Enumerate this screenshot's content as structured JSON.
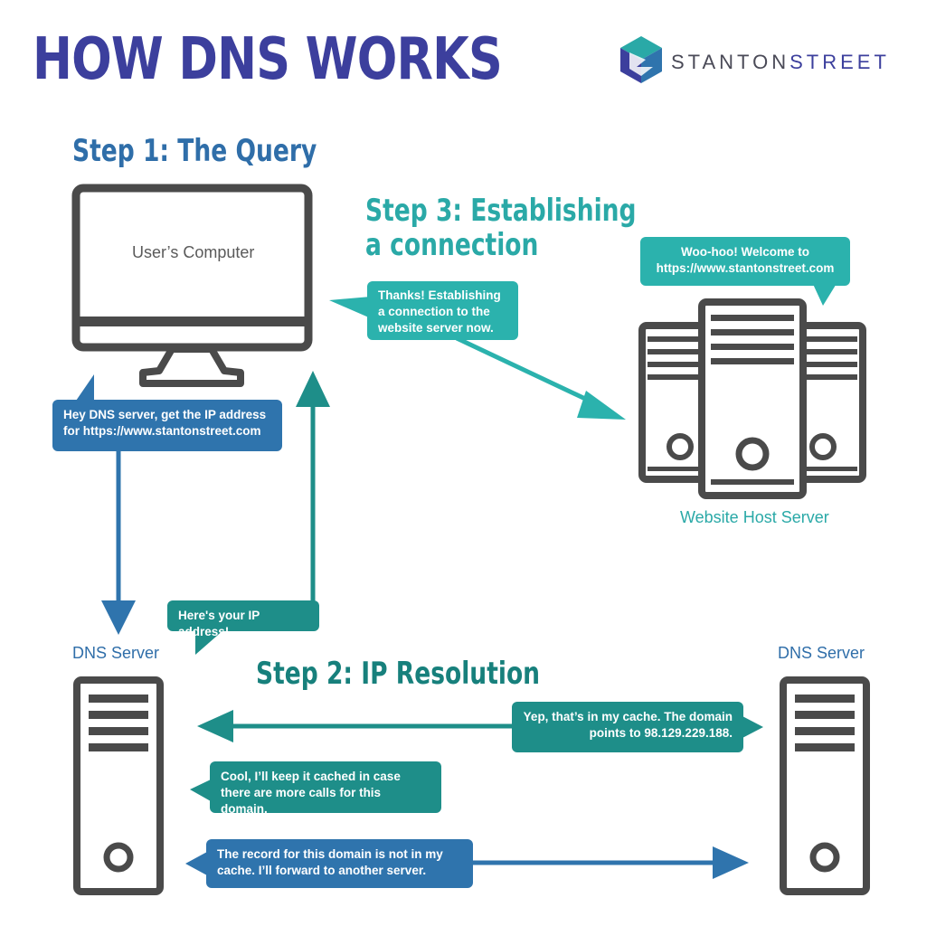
{
  "title": "HOW DNS WORKS",
  "brand": {
    "name_part1": "STANTON",
    "name_part2": "STREET"
  },
  "steps": {
    "step1": "Step 1: The Query",
    "step2": "Step 2: IP Resolution",
    "step3_line1": "Step 3: Establishing",
    "step3_line2": "a connection"
  },
  "nodes": {
    "users_computer": "User’s Computer",
    "website_host_server": "Website Host Server",
    "dns_server_left": "DNS Server",
    "dns_server_right": "DNS Server"
  },
  "bubbles": {
    "query": "Hey DNS server, get the IP address for https://www.stantonstreet.com",
    "ip_reply": "Here's your IP address!",
    "establishing": "Thanks! Establishing a connection to the website server now.",
    "welcome": "Woo-hoo! Welcome to https://www.stantonstreet.com",
    "cache_hit": "Yep, that’s in my cache. The domain points to 98.129.229.188.",
    "keep_cached": "Cool, I’ll keep it cached in case there are more calls for this domain.",
    "forward": "The record for this domain is not in my cache. I’ll forward to another server."
  },
  "colors": {
    "title": "#3c3f9d",
    "blue": "#2f74ad",
    "teal": "#1e8e89",
    "light_teal": "#2bb2ad",
    "device_gray": "#4a4a4a"
  }
}
